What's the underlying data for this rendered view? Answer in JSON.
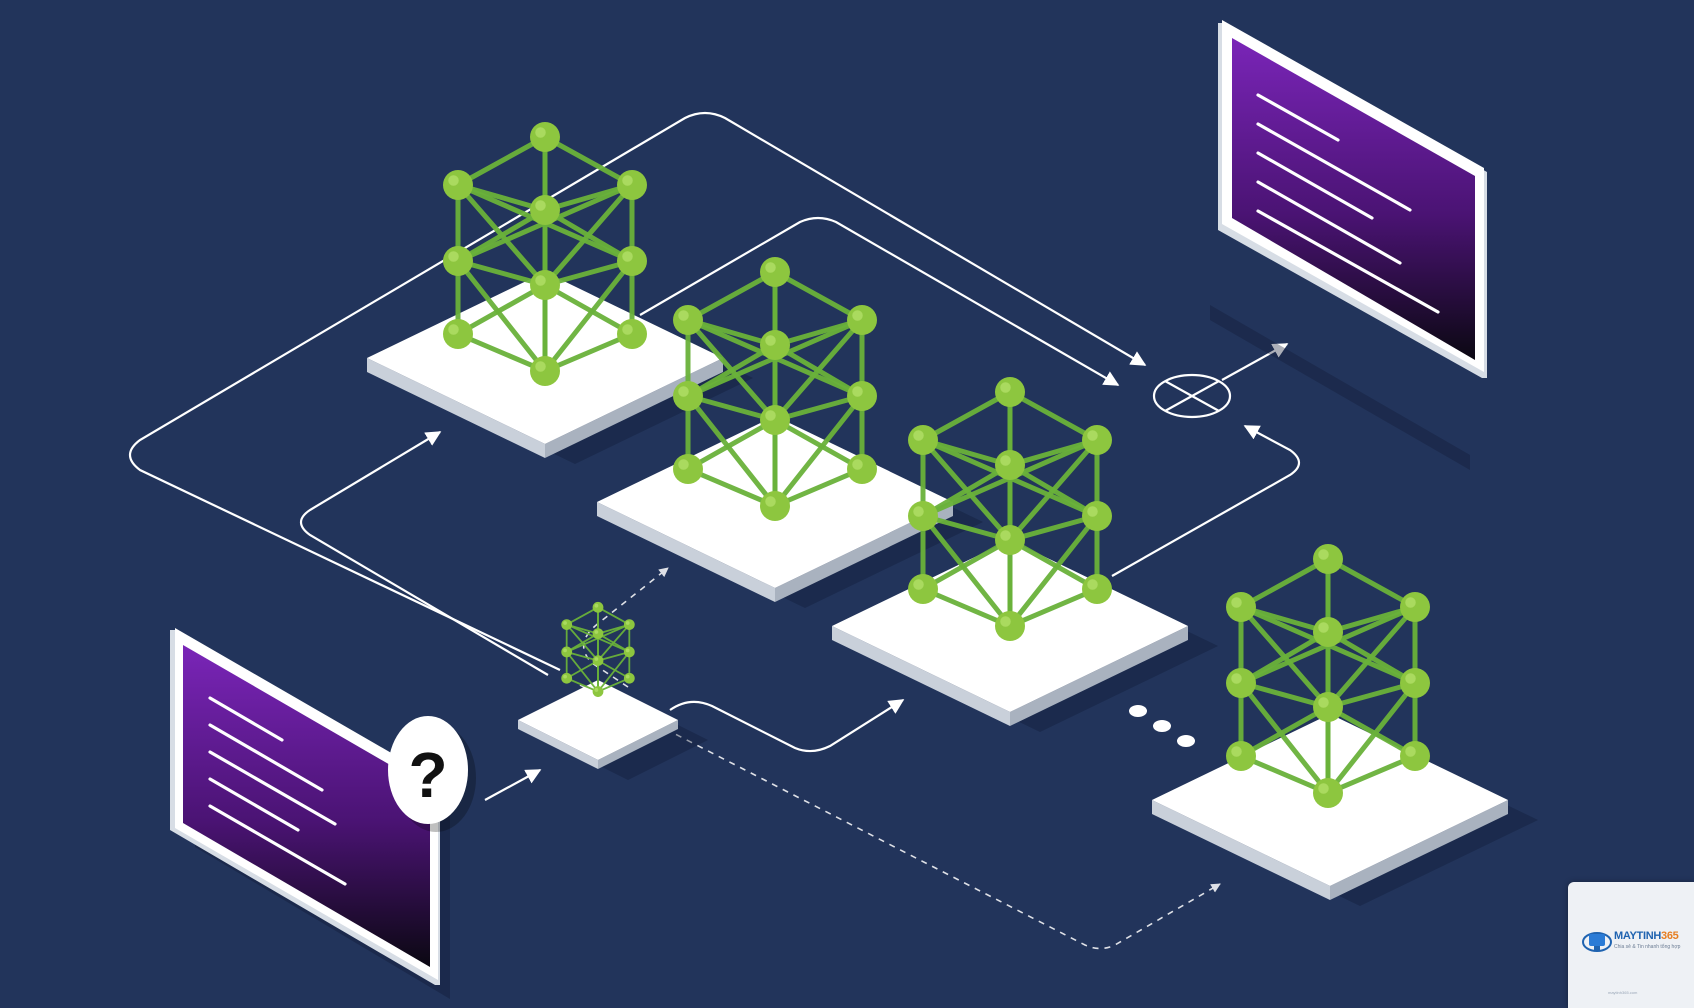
{
  "question_mark": "?",
  "watermark": {
    "brand_main": "MAYTINH",
    "brand_num": "365",
    "tagline": "Chia sẻ & Tin nhanh tổng hợp",
    "url": "maytinh365.com"
  },
  "colors": {
    "background": "#22345b",
    "node_green": "#8dc63f",
    "edge_green": "#6ab23a",
    "platform_top": "#ffffff",
    "monitor_purple": "#6a1fa3",
    "line_white": "#ffffff"
  },
  "icons": [
    "question-icon",
    "combine-operator-icon",
    "monitor-icon",
    "neural-network-icon",
    "ellipsis-icon"
  ]
}
